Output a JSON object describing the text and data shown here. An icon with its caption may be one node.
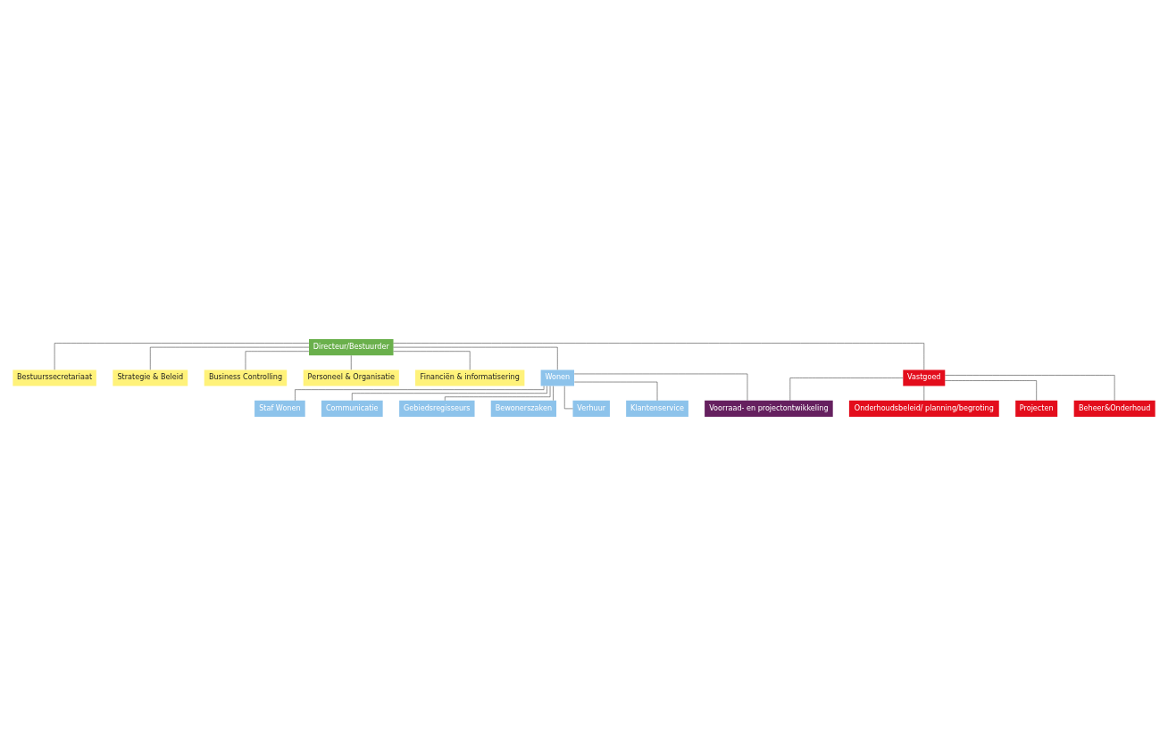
{
  "diagram": {
    "nodes": [
      {
        "text": [
          "Directeur/Bestuurder"
        ]
      },
      {
        "text": [
          "Bestuurssecretariaat"
        ]
      },
      {
        "text": [
          "Strategie & Beleid"
        ]
      },
      {
        "text": [
          "Business Controlling"
        ]
      },
      {
        "text": [
          "Personeel & Organisatie"
        ]
      },
      {
        "text": [
          "Financiën & informatisering"
        ]
      },
      {
        "text": [
          "Wonen"
        ]
      },
      {
        "text": [
          "Vastgoed"
        ]
      },
      {
        "text": [
          "Staf Wonen"
        ]
      },
      {
        "text": [
          "Voorraad- en projectontwikkeling"
        ]
      },
      {
        "text": [
          "Onderhoudsbeleid/ planning/begroting"
        ]
      },
      {
        "text": [
          "Communicatie"
        ]
      },
      {
        "text": [
          "Gebiedsregisseurs"
        ]
      },
      {
        "text": [
          "Bewonerszaken"
        ]
      },
      {
        "text": [
          "Verhuur"
        ]
      },
      {
        "text": [
          "Klantenservice"
        ]
      },
      {
        "text": [
          "Projecten"
        ]
      },
      {
        "text": [
          "Beheer&Onderhoud"
        ]
      }
    ],
    "edges": [
      {
        "from": 0,
        "to": 1,
        "arrow": "none"
      },
      {
        "from": 0,
        "to": 2,
        "arrow": "none"
      },
      {
        "from": 0,
        "to": 3,
        "arrow": "none"
      },
      {
        "from": 0,
        "to": 4,
        "arrow": "none"
      },
      {
        "from": 0,
        "to": 5,
        "arrow": "none"
      },
      {
        "from": 0,
        "to": 6,
        "arrow": "none"
      },
      {
        "from": 0,
        "to": 7,
        "arrow": "none"
      },
      {
        "from": 6,
        "to": 8,
        "arrow": "none"
      },
      {
        "from": 6,
        "to": 9,
        "arrow": "none"
      },
      {
        "from": 7,
        "to": 9,
        "arrow": "none"
      },
      {
        "from": 7,
        "to": 10,
        "arrow": "none"
      },
      {
        "from": 6,
        "to": 11,
        "arrow": "none"
      },
      {
        "from": 6,
        "to": 12,
        "arrow": "none"
      },
      {
        "from": 6,
        "to": 13,
        "arrow": "none"
      },
      {
        "from": 6,
        "to": 14,
        "arrow": "none"
      },
      {
        "from": 6,
        "to": 15,
        "arrow": "none"
      },
      {
        "from": 7,
        "to": 16,
        "arrow": "none"
      },
      {
        "from": 7,
        "to": 17,
        "arrow": "none"
      }
    ]
  }
}
